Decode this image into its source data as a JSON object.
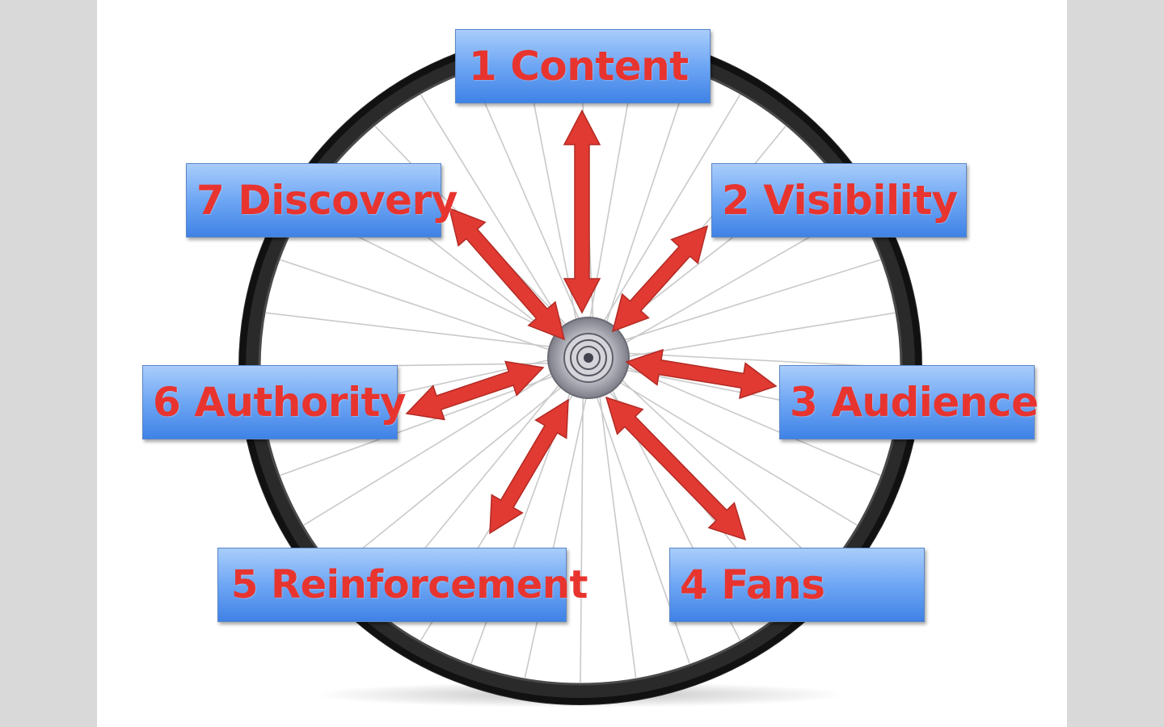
{
  "diagram": {
    "labels": [
      {
        "id": "content",
        "text": "1 Content"
      },
      {
        "id": "visibility",
        "text": "2 Visibility"
      },
      {
        "id": "audience",
        "text": "3 Audience"
      },
      {
        "id": "fans",
        "text": "4 Fans"
      },
      {
        "id": "reinforcement",
        "text": "5 Reinforcement"
      },
      {
        "id": "authority",
        "text": "6 Authority"
      },
      {
        "id": "discovery",
        "text": "7 Discovery"
      }
    ],
    "colors": {
      "arrow": "#e13a32",
      "arrow_edge": "#b22a24",
      "box_top": "#a9cdfb",
      "box_bottom": "#3f82e6",
      "label_text": "#e8342f",
      "tire": "#1f1f1f",
      "spoke": "#c9c9c9"
    }
  }
}
